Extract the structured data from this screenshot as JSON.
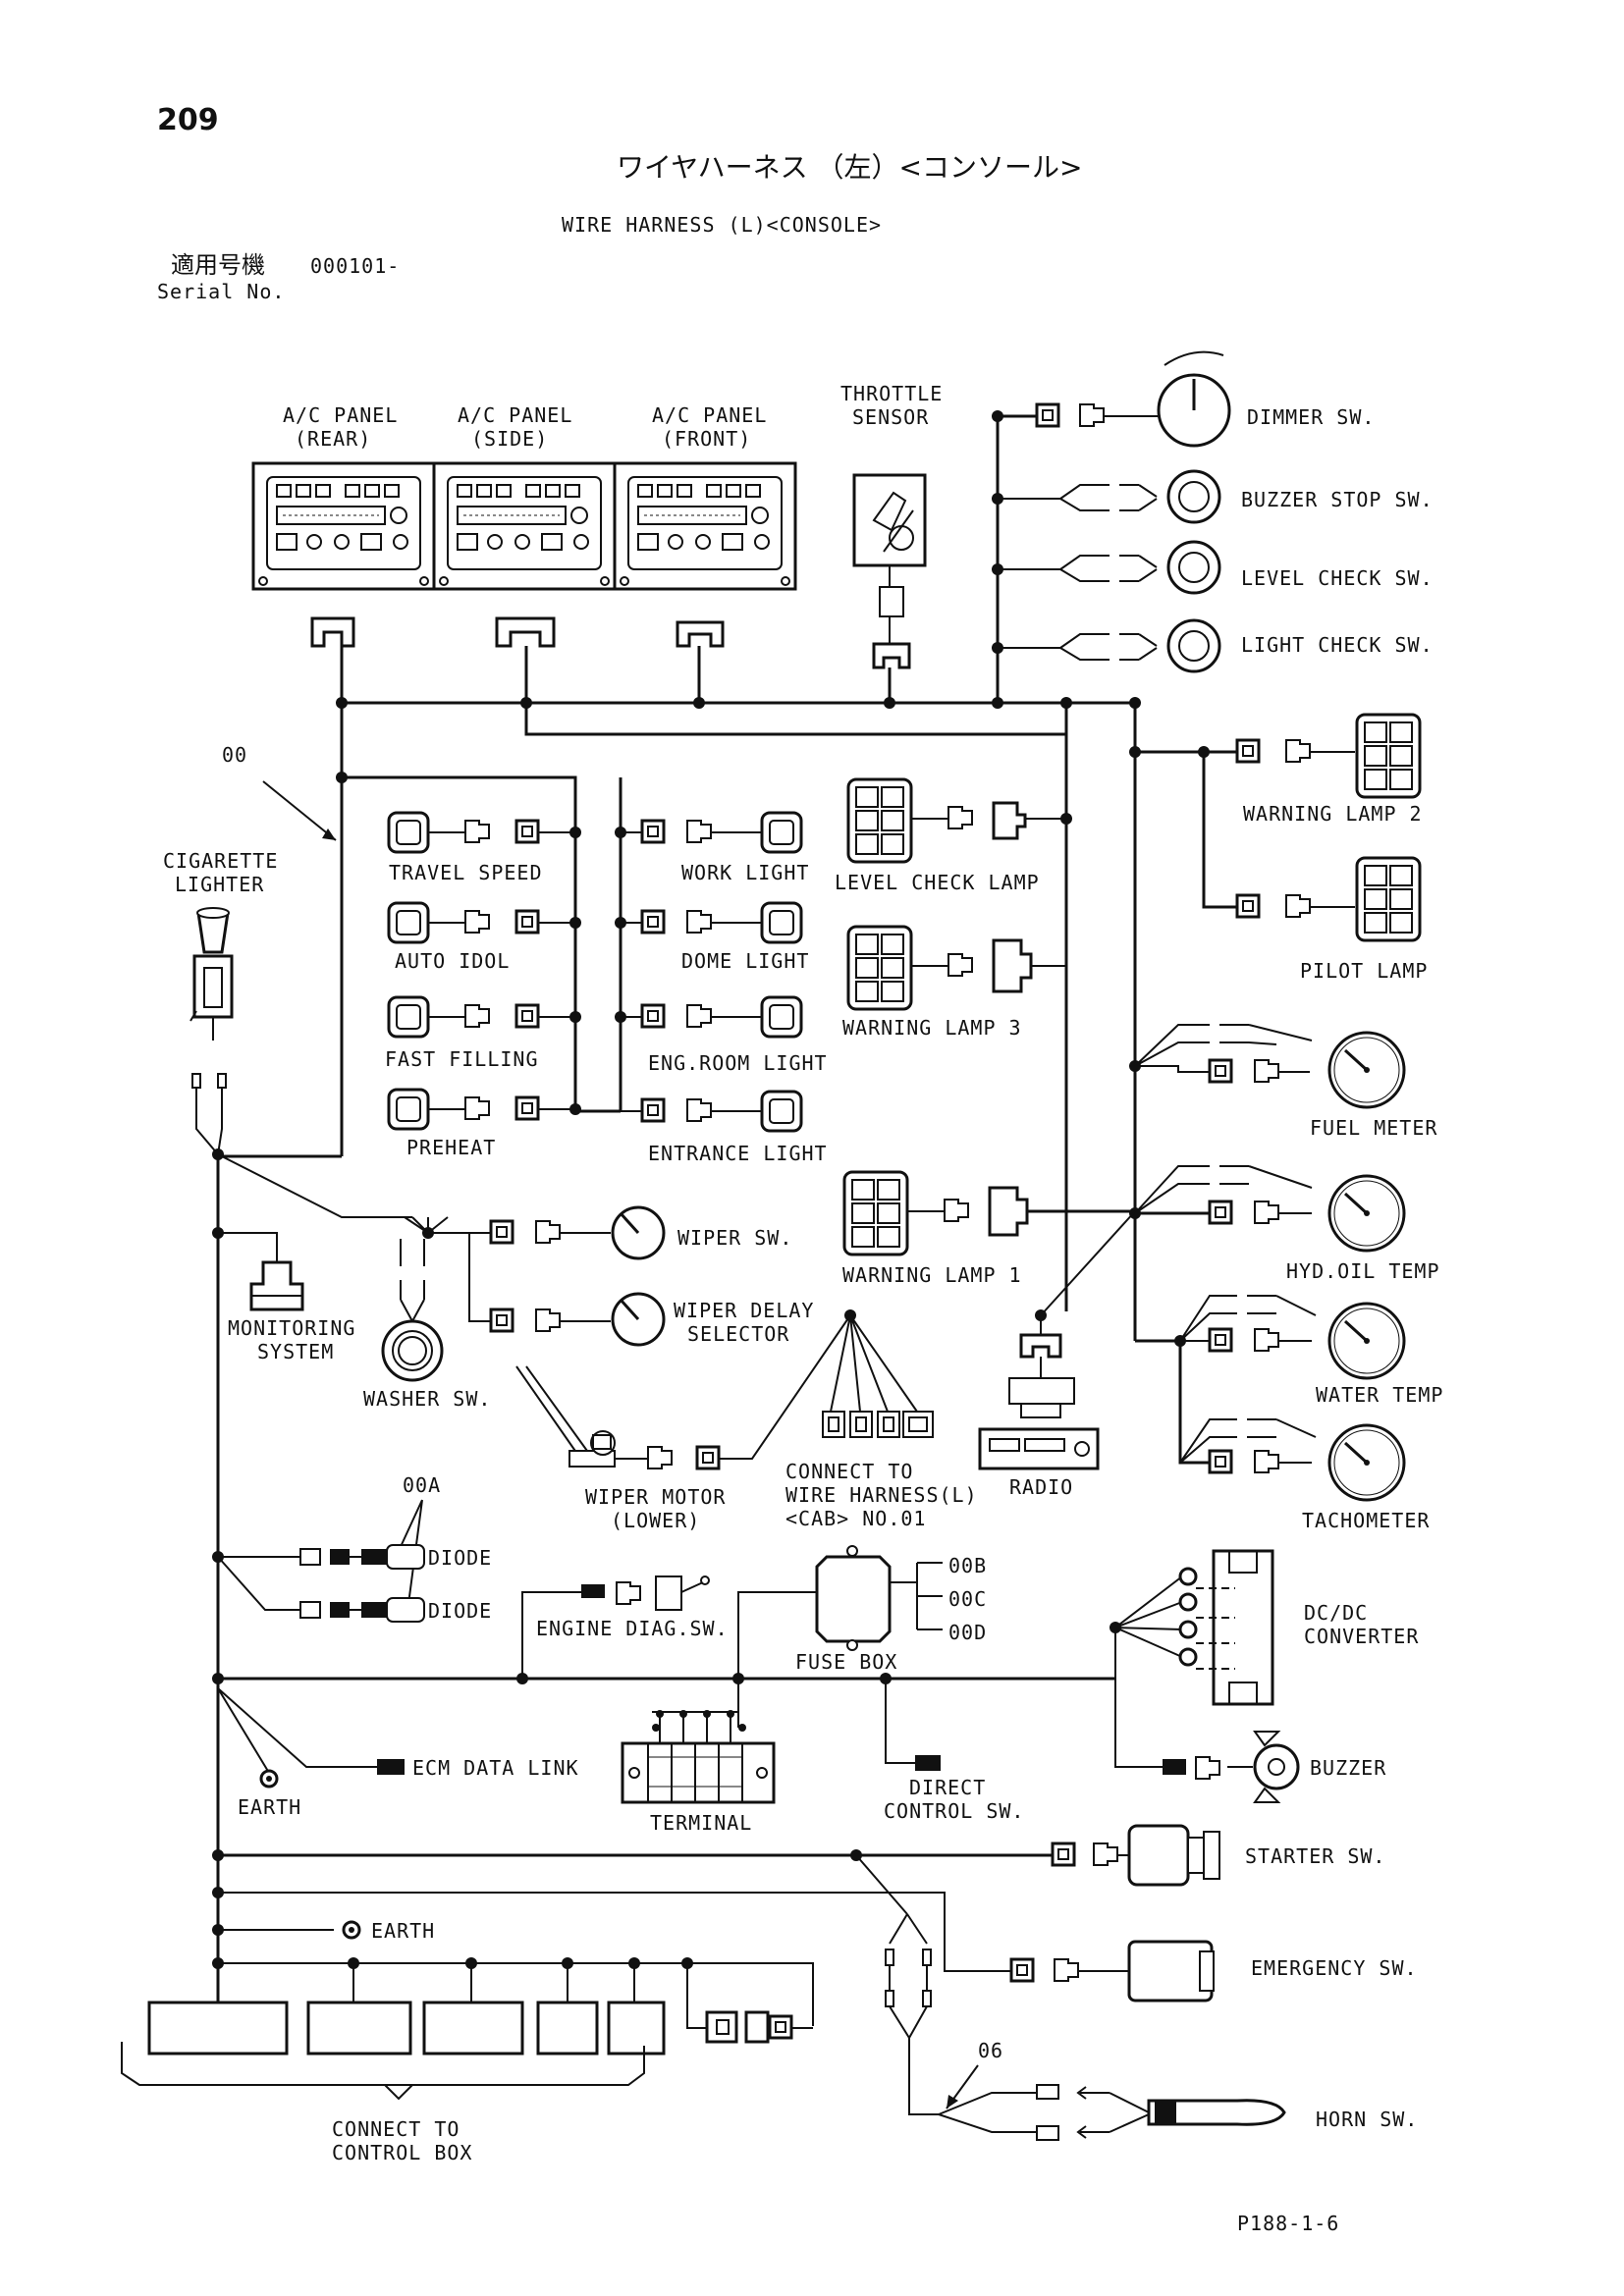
{
  "page_number": "209",
  "title_jp": "ワイヤハーネス （左）<コンソール>",
  "title_en": "WIRE HARNESS (L)<CONSOLE>",
  "serial_jp": "適用号機",
  "serial_value": "000101-",
  "serial_en": "Serial No.",
  "figure_code": "P188-1-6",
  "ref_labels": {
    "r00": "00",
    "r00a": "00A",
    "r00b": "00B",
    "r00c": "00C",
    "r00d": "00D",
    "r06": "06"
  },
  "components": {
    "ac_rear_1": "A/C PANEL",
    "ac_rear_2": "(REAR)",
    "ac_side_1": "A/C PANEL",
    "ac_side_2": "(SIDE)",
    "ac_front_1": "A/C PANEL",
    "ac_front_2": "(FRONT)",
    "throttle_1": "THROTTLE",
    "throttle_2": "SENSOR",
    "dimmer": "DIMMER SW.",
    "buzzer_stop": "BUZZER STOP SW.",
    "level_check_sw": "LEVEL CHECK SW.",
    "light_check_sw": "LIGHT CHECK SW.",
    "warning_lamp_2": "WARNING LAMP 2",
    "pilot_lamp": "PILOT LAMP",
    "cig_1": "CIGARETTE",
    "cig_2": "LIGHTER",
    "travel_speed": "TRAVEL SPEED",
    "auto_idol": "AUTO IDOL",
    "fast_filling": "FAST FILLING",
    "preheat": "PREHEAT",
    "work_light": "WORK LIGHT",
    "dome_light": "DOME LIGHT",
    "eng_room_light": "ENG.ROOM LIGHT",
    "entrance_light": "ENTRANCE LIGHT",
    "level_check_lamp": "LEVEL CHECK LAMP",
    "warning_lamp_3": "WARNING LAMP 3",
    "fuel_meter": "FUEL METER",
    "wiper_sw": "WIPER SW.",
    "wiper_delay_1": "WIPER DELAY",
    "wiper_delay_2": "SELECTOR",
    "warning_lamp_1": "WARNING LAMP 1",
    "hyd_oil_temp": "HYD.OIL TEMP",
    "monitoring_1": "MONITORING",
    "monitoring_2": "SYSTEM",
    "washer_sw": "WASHER SW.",
    "water_temp": "WATER TEMP",
    "wiper_motor_1": "WIPER MOTOR",
    "wiper_motor_2": "(LOWER)",
    "connect_cab_1": "CONNECT TO",
    "connect_cab_2": "WIRE HARNESS(L)",
    "connect_cab_3": "<CAB> NO.01",
    "radio": "RADIO",
    "tachometer": "TACHOMETER",
    "diode_1": "DIODE",
    "diode_2": "DIODE",
    "engine_diag": "ENGINE DIAG.SW.",
    "fuse_box": "FUSE BOX",
    "dcdc_1": "DC/DC",
    "dcdc_2": "CONVERTER",
    "ecm_data_link": "ECM DATA LINK",
    "earth_1": "EARTH",
    "terminal": "TERMINAL",
    "direct_1": "DIRECT",
    "direct_2": "CONTROL SW.",
    "buzzer": "BUZZER",
    "starter_sw": "STARTER SW.",
    "earth_2": "EARTH",
    "emergency_sw": "EMERGENCY SW.",
    "connect_cb_1": "CONNECT TO",
    "connect_cb_2": "CONTROL BOX",
    "horn_sw": "HORN SW."
  }
}
